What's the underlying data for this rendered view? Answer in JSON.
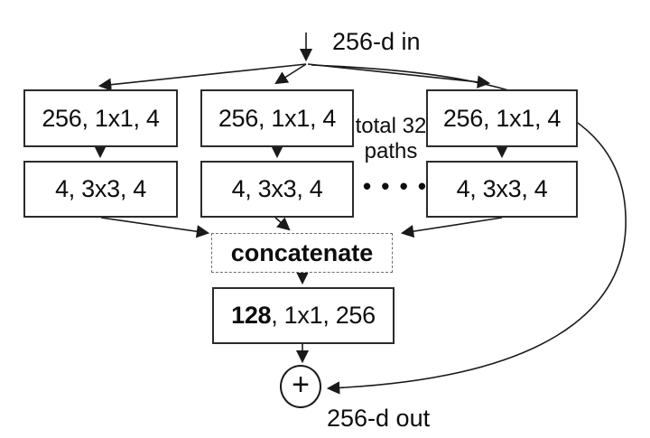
{
  "diagram": {
    "input_label": "256-d in",
    "output_label": "256-d out",
    "paths_note": {
      "line1": "total 32",
      "line2": "paths"
    },
    "ellipsis_dots": "• • • •",
    "branches": [
      {
        "conv_reduce": "256, 1x1, 4",
        "conv_transform": "4, 3x3, 4"
      },
      {
        "conv_reduce": "256, 1x1, 4",
        "conv_transform": "4, 3x3, 4"
      },
      {
        "conv_reduce": "256, 1x1, 4",
        "conv_transform": "4, 3x3, 4"
      }
    ],
    "concatenate_label": "concatenate",
    "final_conv": {
      "bold_part": "128",
      "rest": ", 1x1, 256"
    },
    "sum_operator": "+",
    "colors": {
      "stroke": "#1a1a1a",
      "box_border": "#2b2b2b",
      "dashed_border": "#6e6e6e",
      "text": "#0d0d0d",
      "background": "#ffffff"
    }
  }
}
